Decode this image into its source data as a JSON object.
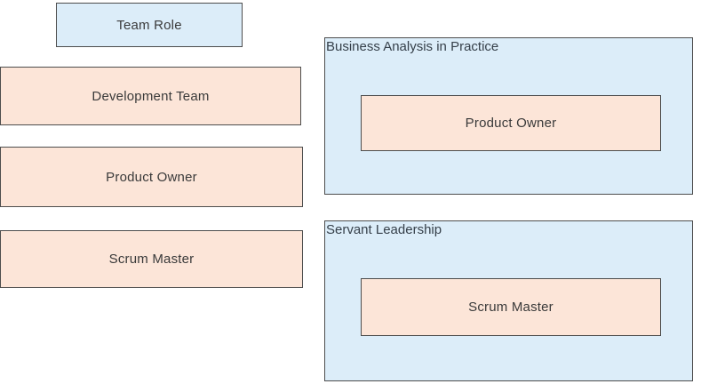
{
  "palette": {
    "source_fill": "#fce5d8",
    "target_fill": "#dcedf9",
    "border": "#4d4d4d",
    "card_text": "#3a3a3a",
    "zone_title_text": "#36404a",
    "background": "#ffffff"
  },
  "roles_column": {
    "header": {
      "label": "Team Role"
    },
    "items": [
      {
        "label": "Development Team"
      },
      {
        "label": "Product Owner"
      },
      {
        "label": "Scrum Master"
      }
    ]
  },
  "drop_zones": [
    {
      "title": "Business Analysis in Practice",
      "answer": "Product Owner"
    },
    {
      "title": "Servant Leadership",
      "answer": "Scrum Master"
    }
  ]
}
